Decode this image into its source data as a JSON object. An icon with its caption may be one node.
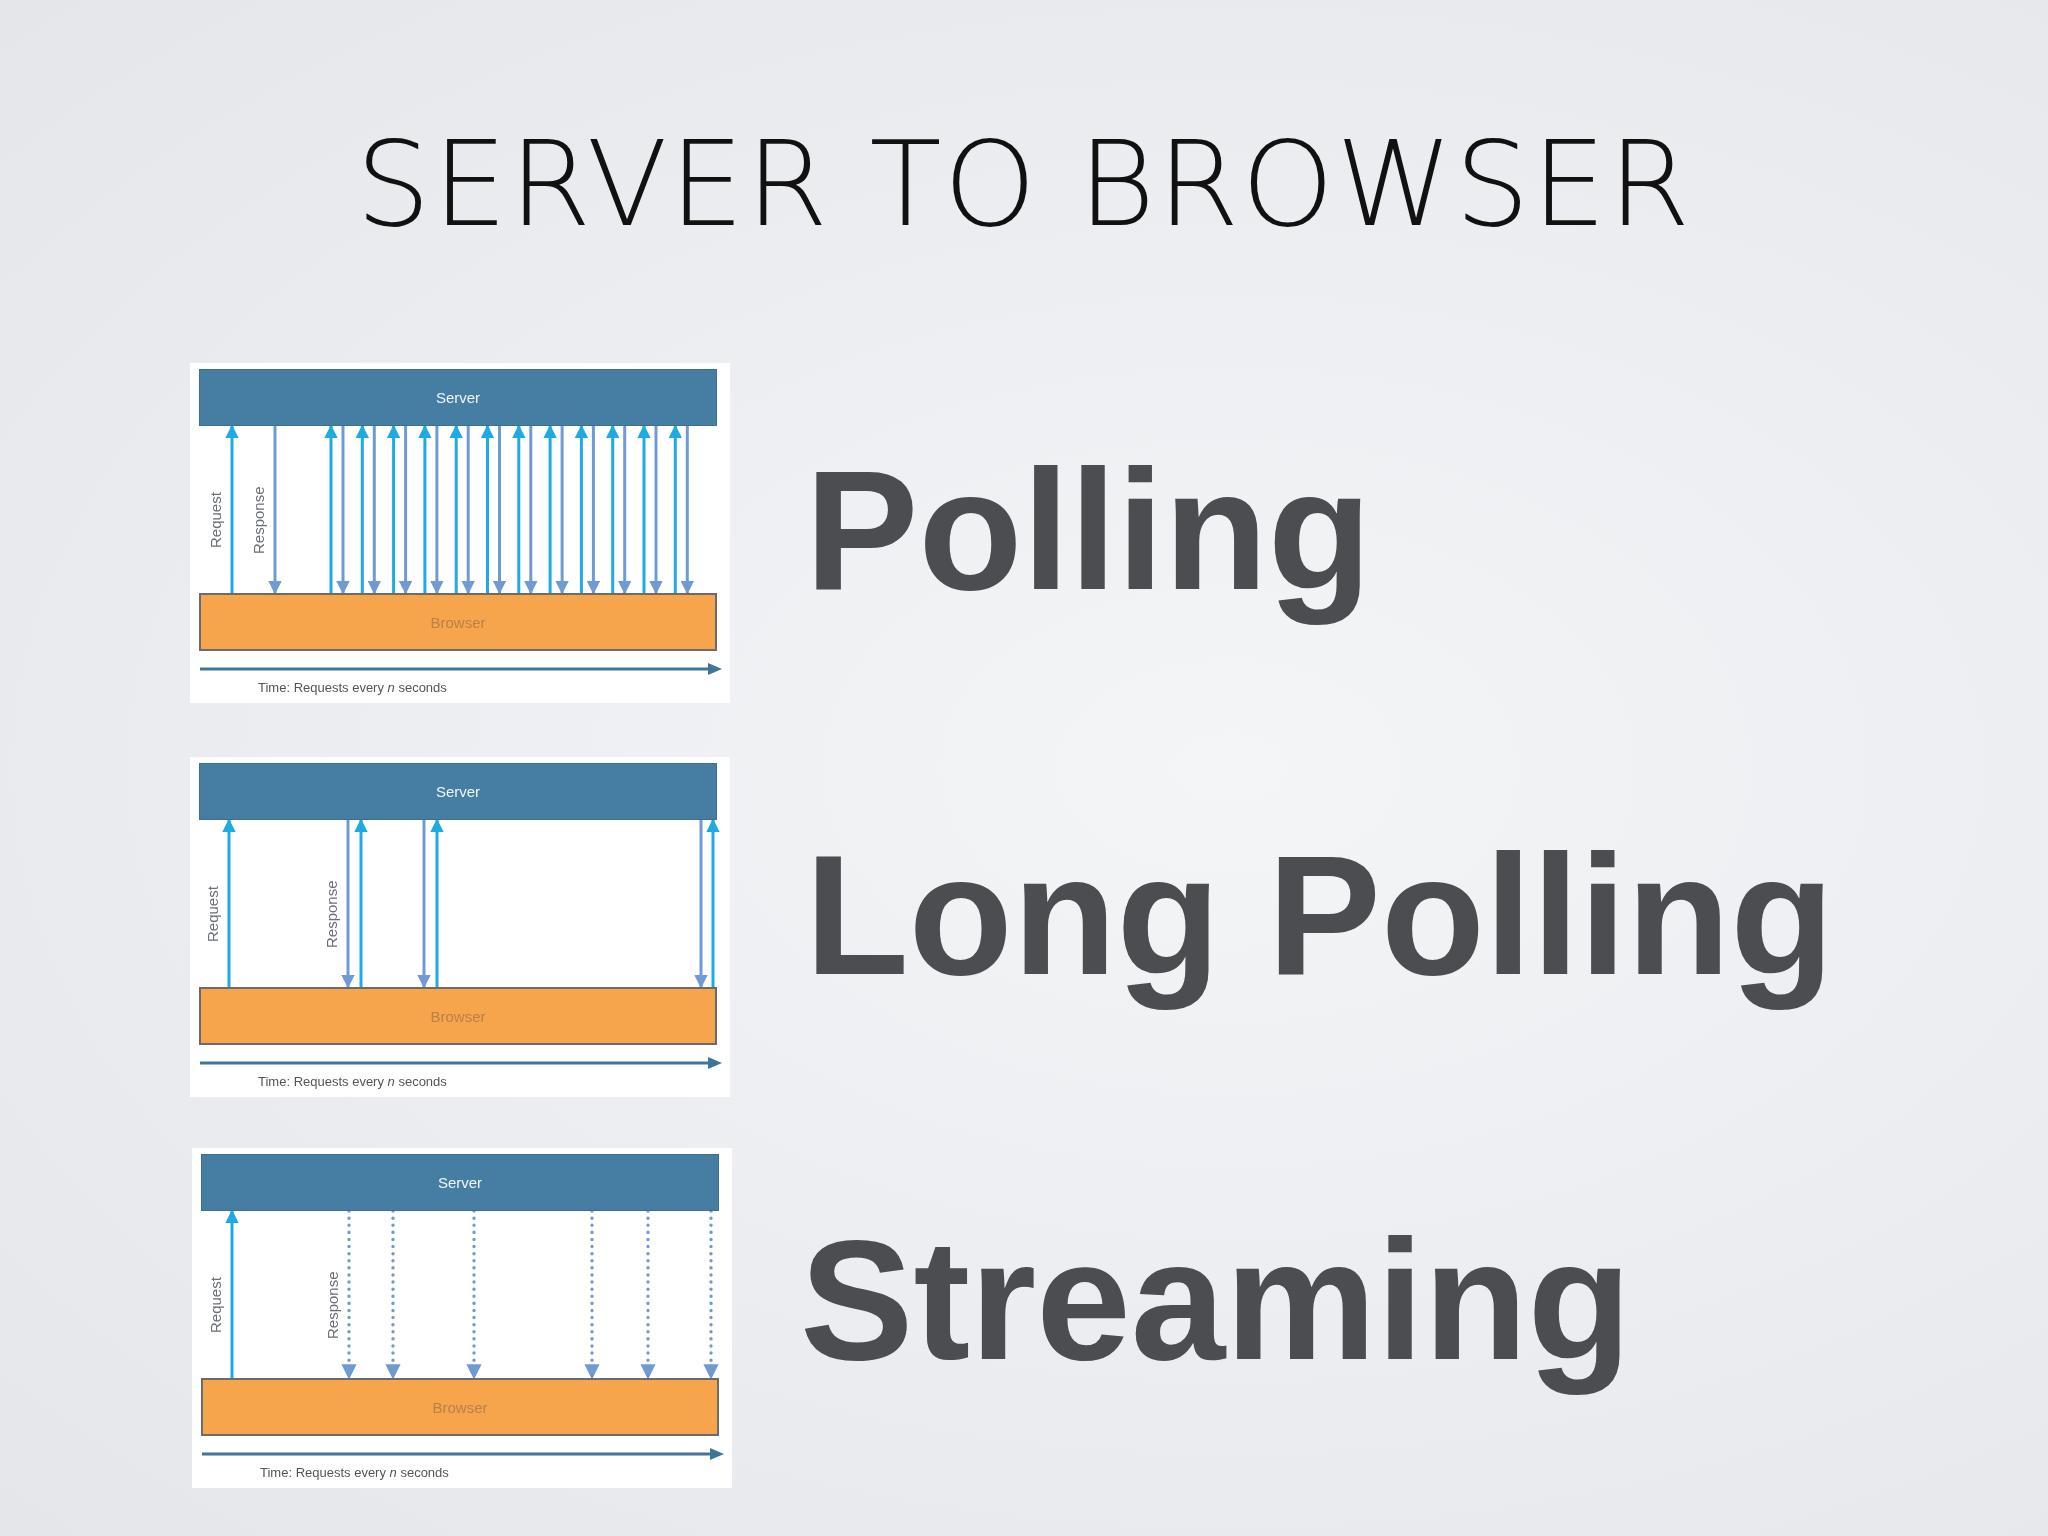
{
  "diagram": {
    "title": "SERVER TO BROWSER",
    "nodes": [
      {
        "text": [
          "Server"
        ]
      },
      {
        "text": [
          "Browser"
        ]
      },
      {
        "text": [
          "Server"
        ]
      },
      {
        "text": [
          "Browser"
        ]
      },
      {
        "text": [
          "Server"
        ]
      },
      {
        "text": [
          "Browser"
        ]
      }
    ],
    "edges": [
      {
        "from": 1,
        "to": 0,
        "arrow": "to",
        "label": "Request",
        "color": "#1eaae2"
      },
      {
        "from": 0,
        "to": 1,
        "arrow": "to",
        "label": "Response"
      },
      {
        "from": 1,
        "to": 0,
        "arrow": "to",
        "color": "#1eaae2"
      },
      {
        "from": 0,
        "to": 1,
        "arrow": "to"
      },
      {
        "from": 1,
        "to": 0,
        "arrow": "to",
        "color": "#1eaae2"
      },
      {
        "from": 0,
        "to": 1,
        "arrow": "to"
      },
      {
        "from": 1,
        "to": 0,
        "arrow": "to",
        "color": "#1eaae2"
      },
      {
        "from": 0,
        "to": 1,
        "arrow": "to"
      },
      {
        "from": 1,
        "to": 0,
        "arrow": "to",
        "color": "#1eaae2"
      },
      {
        "from": 0,
        "to": 1,
        "arrow": "to"
      },
      {
        "from": 1,
        "to": 0,
        "arrow": "to",
        "color": "#1eaae2"
      },
      {
        "from": 0,
        "to": 1,
        "arrow": "to"
      },
      {
        "from": 1,
        "to": 0,
        "arrow": "to",
        "color": "#1eaae2"
      },
      {
        "from": 0,
        "to": 1,
        "arrow": "to"
      },
      {
        "from": 1,
        "to": 0,
        "arrow": "to",
        "color": "#1eaae2"
      },
      {
        "from": 0,
        "to": 1,
        "arrow": "to"
      },
      {
        "from": 1,
        "to": 0,
        "arrow": "to",
        "color": "#1eaae2"
      },
      {
        "from": 0,
        "to": 1,
        "arrow": "to"
      },
      {
        "from": 1,
        "to": 0,
        "arrow": "to",
        "color": "#1eaae2"
      },
      {
        "from": 0,
        "to": 1,
        "arrow": "to"
      },
      {
        "from": 1,
        "to": 0,
        "arrow": "to",
        "color": "#1eaae2"
      },
      {
        "from": 0,
        "to": 1,
        "arrow": "to"
      },
      {
        "from": 1,
        "to": 0,
        "arrow": "to",
        "color": "#1eaae2"
      },
      {
        "from": 0,
        "to": 1,
        "arrow": "to"
      },
      {
        "from": 1,
        "to": 0,
        "arrow": "to",
        "color": "#1eaae2"
      },
      {
        "from": 0,
        "to": 1,
        "arrow": "to"
      },
      {
        "from": 3,
        "to": 2,
        "arrow": "to",
        "label": "Request",
        "color": "#1eaae2"
      },
      {
        "from": 2,
        "to": 3,
        "arrow": "to",
        "label": "Response"
      },
      {
        "from": 3,
        "to": 2,
        "arrow": "to",
        "color": "#1eaae2"
      },
      {
        "from": 2,
        "to": 3,
        "arrow": "to"
      },
      {
        "from": 3,
        "to": 2,
        "arrow": "to",
        "color": "#1eaae2"
      },
      {
        "from": 2,
        "to": 3,
        "arrow": "to"
      },
      {
        "from": 3,
        "to": 2,
        "arrow": "to",
        "color": "#1eaae2"
      },
      {
        "from": 5,
        "to": 4,
        "arrow": "to",
        "label": "Request",
        "color": "#1eaae2"
      },
      {
        "from": 4,
        "to": 5,
        "arrow": "to",
        "label": "Response",
        "style": "dashed"
      },
      {
        "from": 4,
        "to": 5,
        "arrow": "to",
        "style": "dashed"
      },
      {
        "from": 4,
        "to": 5,
        "arrow": "to",
        "style": "dashed"
      },
      {
        "from": 4,
        "to": 5,
        "arrow": "to",
        "style": "dashed"
      },
      {
        "from": 4,
        "to": 5,
        "arrow": "to",
        "style": "dashed"
      },
      {
        "from": 4,
        "to": 5,
        "arrow": "to",
        "style": "dashed"
      }
    ],
    "labels": [
      "Time: Requests every *n* seconds",
      "Polling",
      "Time: Requests every *n* seconds",
      "Long Polling",
      "Time: Requests every *n* seconds",
      "Streaming"
    ]
  }
}
